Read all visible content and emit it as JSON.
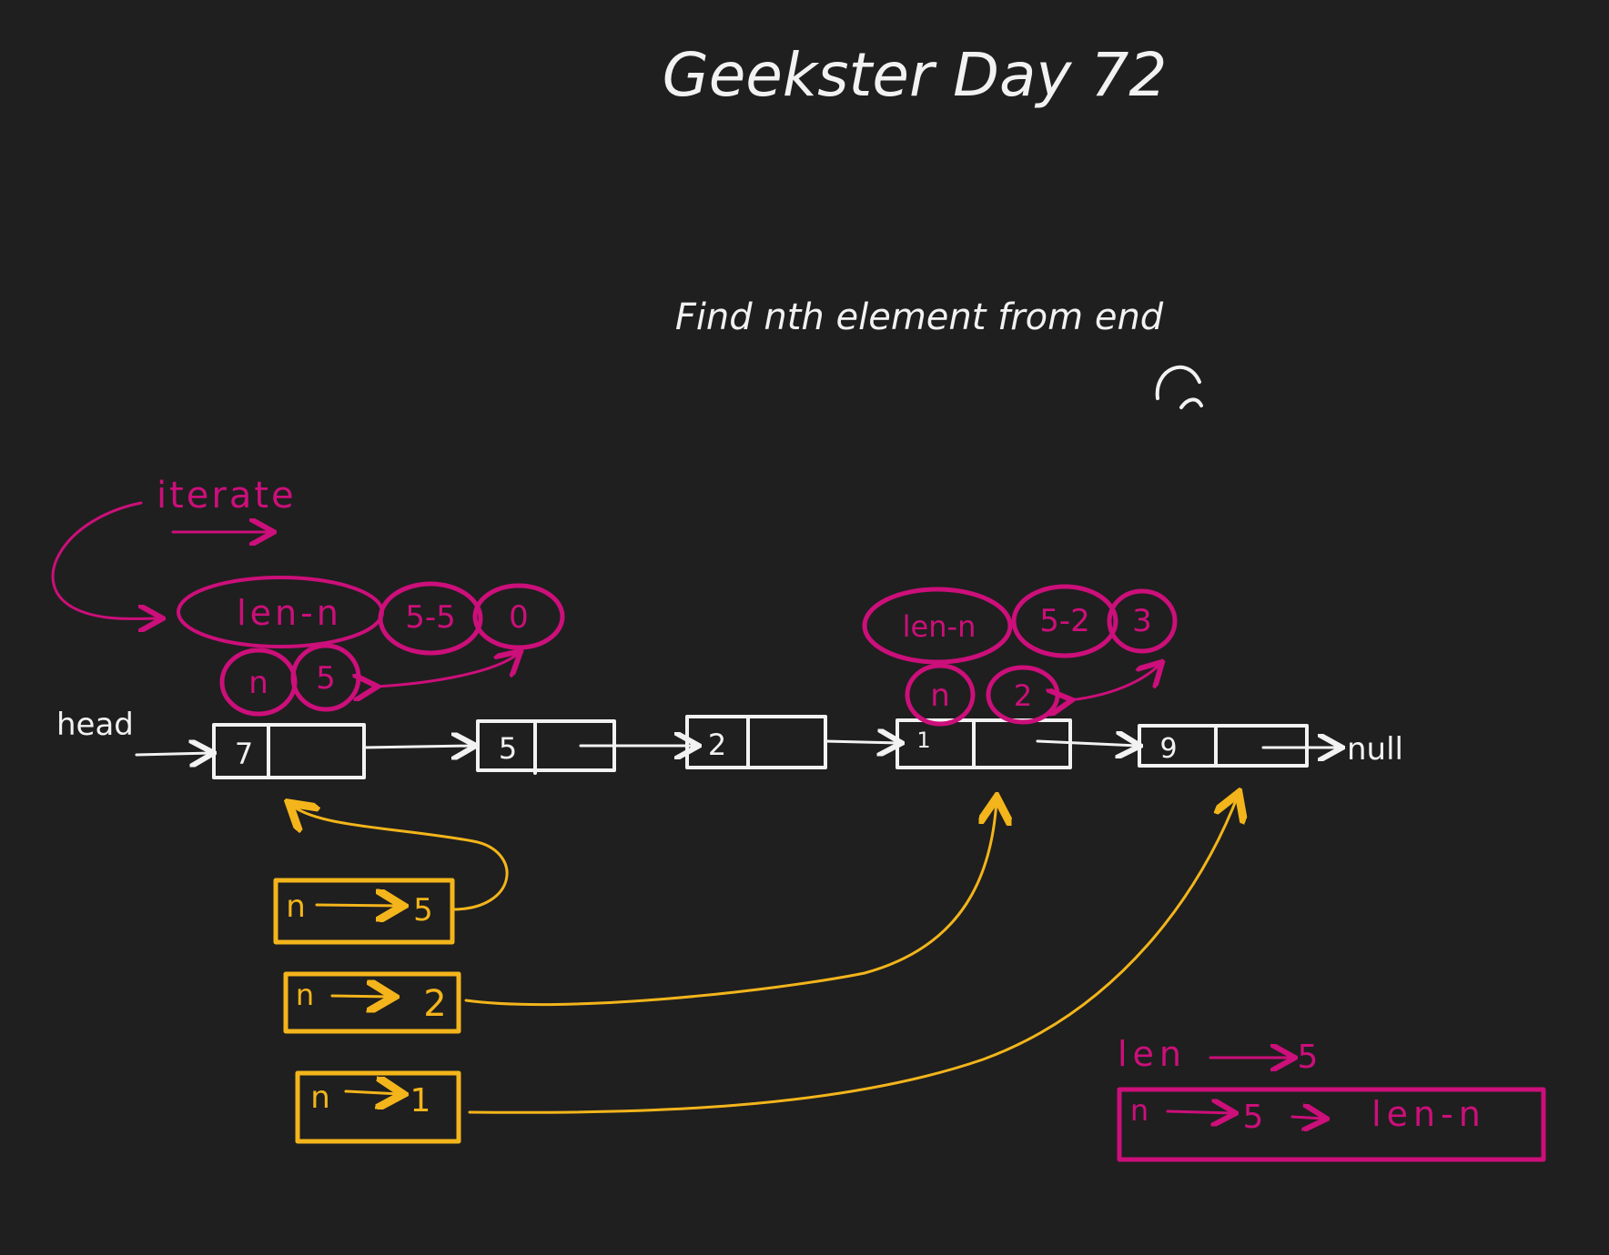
{
  "title": "Geekster Day 72",
  "subtitle": "Find nth element from end",
  "head_label": "head",
  "null_label": "null",
  "iterate_label": "iterate",
  "nodes": [
    "7",
    "5",
    "2",
    "1",
    "9"
  ],
  "bubbles": {
    "left": {
      "formula": "len-n",
      "calc": "5-5",
      "result": "0",
      "n_label": "n",
      "n_value": "5"
    },
    "right": {
      "formula": "len-n",
      "calc": "5-2",
      "result": "3",
      "n_label": "n",
      "n_value": "2"
    }
  },
  "cases": [
    {
      "n": "n",
      "value": "5"
    },
    {
      "n": "n",
      "value": "2"
    },
    {
      "n": "n",
      "value": "1"
    }
  ],
  "summary": {
    "len_label": "len",
    "len_value": "5",
    "formula_n": "n",
    "formula_value": "5",
    "formula_result": "len-n"
  },
  "colors": {
    "background": "#1f1f1f",
    "ink": "#f2f2f2",
    "pink": "#cc0f7a",
    "yellow": "#f3b51b"
  }
}
